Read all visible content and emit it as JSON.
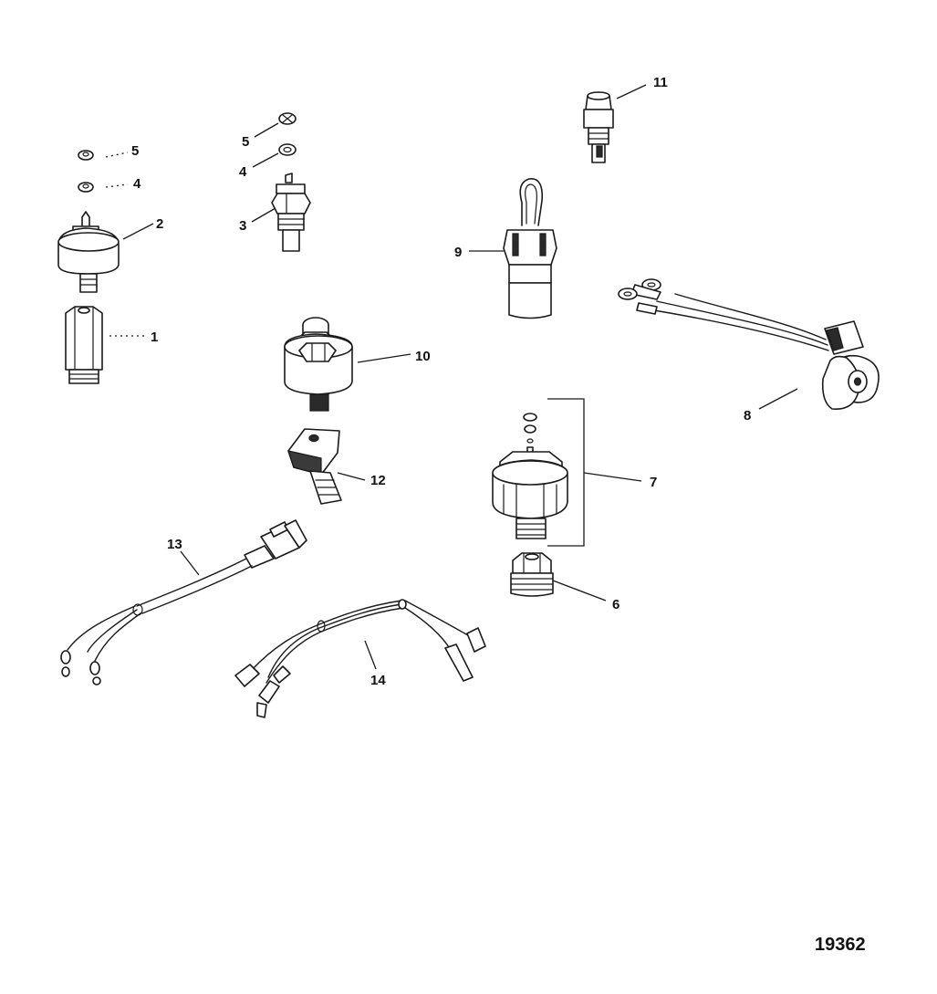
{
  "callouts": {
    "c1": "1",
    "c2": "2",
    "c3": "3",
    "c4a": "4",
    "c4b": "4",
    "c5a": "5",
    "c5b": "5",
    "c6": "6",
    "c7": "7",
    "c8": "8",
    "c9": "9",
    "c10": "10",
    "c11": "11",
    "c12": "12",
    "c13": "13",
    "c14": "14"
  },
  "document_number": "19362"
}
